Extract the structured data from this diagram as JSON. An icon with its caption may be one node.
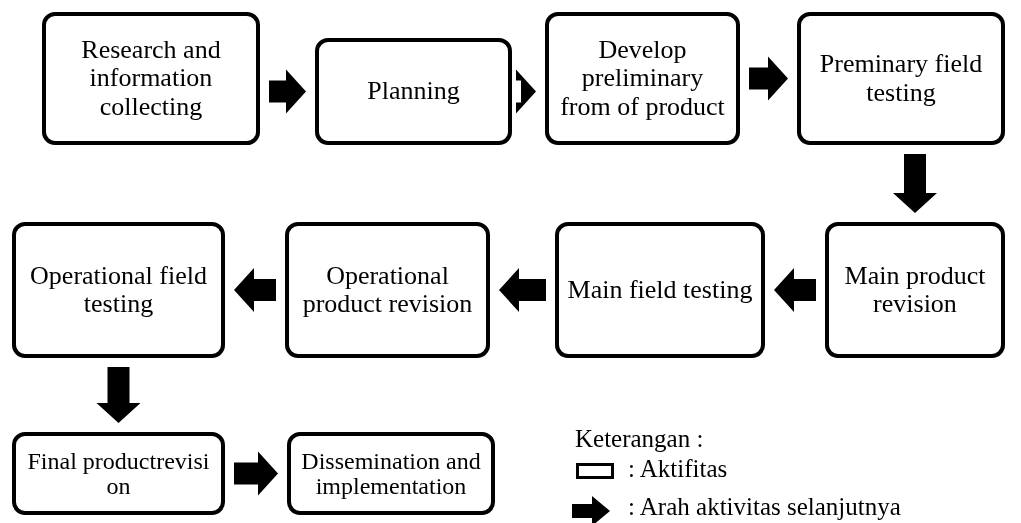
{
  "diagram": {
    "nodes": [
      {
        "text": [
          "Research and information collecting"
        ]
      },
      {
        "text": [
          "Planning"
        ]
      },
      {
        "text": [
          "Develop preliminary from of product"
        ]
      },
      {
        "text": [
          "Preminary field testing"
        ]
      },
      {
        "text": [
          "Main product revision"
        ]
      },
      {
        "text": [
          "Main field testing"
        ]
      },
      {
        "text": [
          "Operational product revision"
        ]
      },
      {
        "text": [
          "Operational field testing"
        ]
      },
      {
        "text": [
          "Final productrevisi on"
        ]
      },
      {
        "text": [
          "Dissemination and implementation"
        ]
      }
    ],
    "edges": [
      {
        "from": 0,
        "to": 1,
        "arrow": "to"
      },
      {
        "from": 1,
        "to": 2,
        "arrow": "to"
      },
      {
        "from": 2,
        "to": 3,
        "arrow": "to"
      },
      {
        "from": 3,
        "to": 4,
        "arrow": "to"
      },
      {
        "from": 4,
        "to": 5,
        "arrow": "to"
      },
      {
        "from": 5,
        "to": 6,
        "arrow": "to"
      },
      {
        "from": 6,
        "to": 7,
        "arrow": "to"
      },
      {
        "from": 7,
        "to": 8,
        "arrow": "to"
      },
      {
        "from": 8,
        "to": 9,
        "arrow": "to"
      }
    ],
    "labels": [
      "Keterangan :"
    ],
    "legend": [
      {
        "text": ": Aktifitas"
      },
      {
        "text": ": Arah aktivitas selanjutnya"
      }
    ]
  }
}
